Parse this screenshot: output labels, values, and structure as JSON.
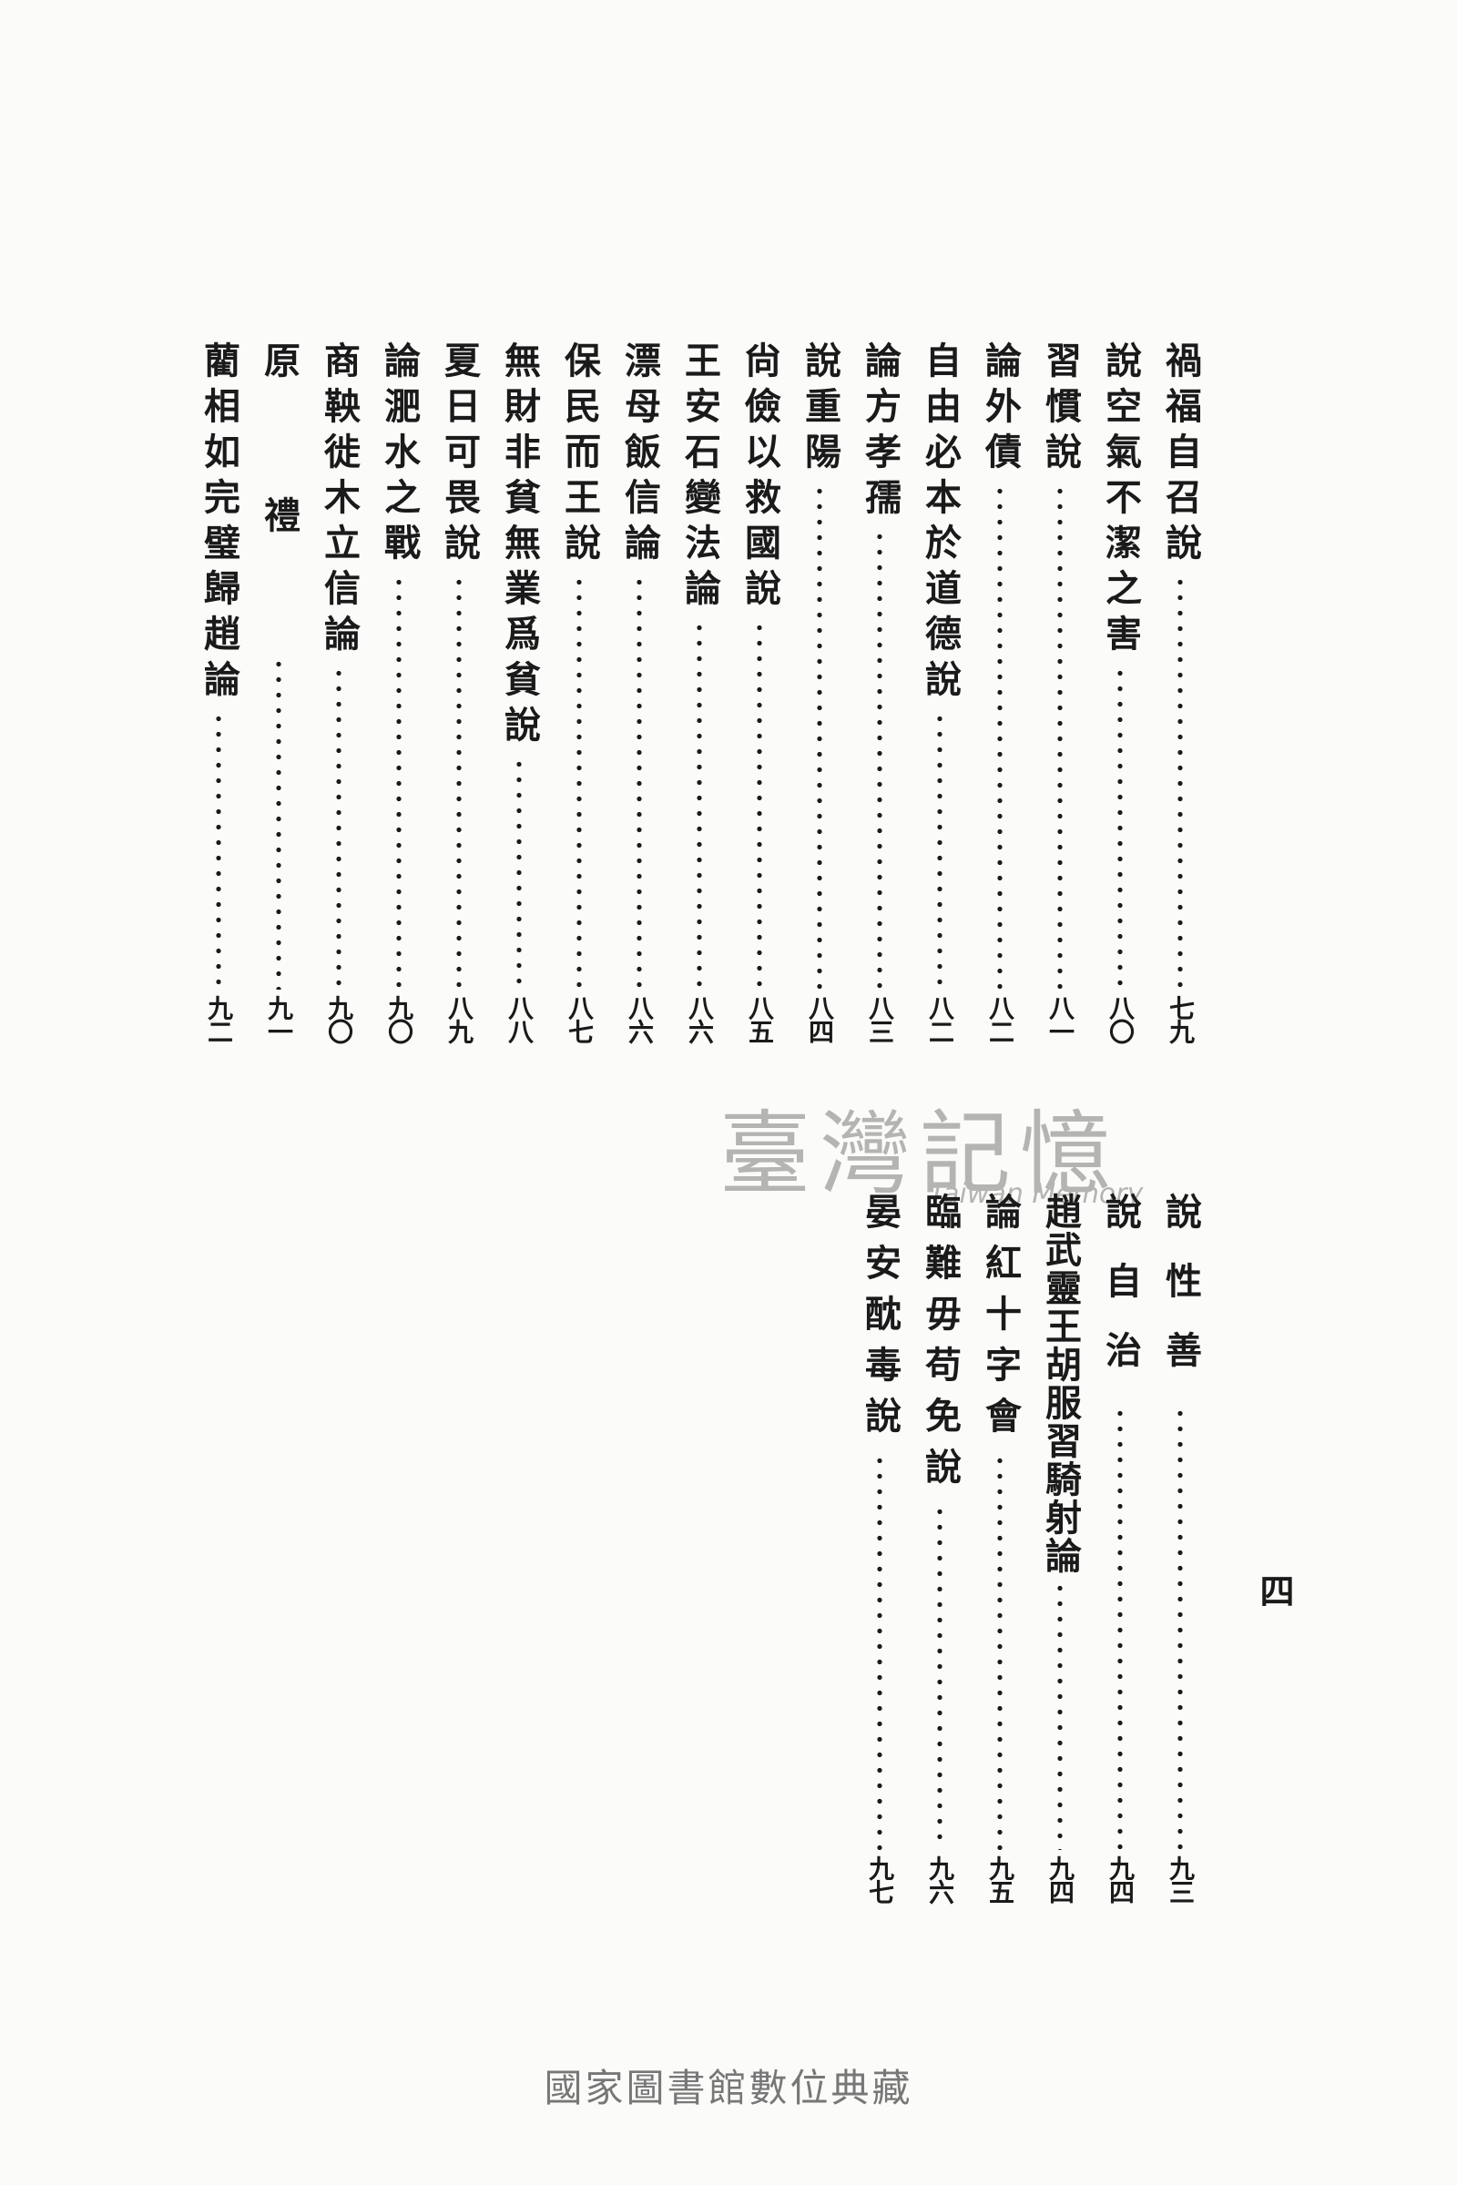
{
  "page_number": "四",
  "toc_upper": [
    {
      "title": "禍福自召說",
      "page": "七九"
    },
    {
      "title": "說空氣不潔之害",
      "page": "八〇"
    },
    {
      "title": "習慣說",
      "page": "八一"
    },
    {
      "title": "論外債",
      "page": "八二"
    },
    {
      "title": "自由必本於道德說",
      "page": "八二"
    },
    {
      "title": "論方孝孺",
      "page": "八三"
    },
    {
      "title": "說重陽",
      "page": "八四"
    },
    {
      "title": "尙儉以救國說",
      "page": "八五"
    },
    {
      "title": "王安石變法論",
      "page": "八六"
    },
    {
      "title": "漂母飯信論",
      "page": "八六"
    },
    {
      "title": "保民而王說",
      "page": "八七"
    },
    {
      "title": "無財非貧無業爲貧說",
      "page": "八八"
    },
    {
      "title": "夏日可畏說",
      "page": "八九"
    },
    {
      "title": "論淝水之戰",
      "page": "九〇"
    },
    {
      "title": "商鞅徙木立信論",
      "page": "九〇"
    },
    {
      "title": "原禮",
      "page": "九一"
    },
    {
      "title": "藺相如完璧歸趙論",
      "page": "九二"
    }
  ],
  "toc_lower": [
    {
      "title": "說性善",
      "page": "九三"
    },
    {
      "title": "說自治",
      "page": "九四"
    },
    {
      "title": "趙武靈王胡服習騎射論",
      "page": "九四"
    },
    {
      "title": "論紅十字會",
      "page": "九五"
    },
    {
      "title": "臨難毋苟免說",
      "page": "九六"
    },
    {
      "title": "晏安酖毒說",
      "page": "九七"
    }
  ],
  "watermark": {
    "chinese": "臺灣記憶",
    "english": "Taiwan Memory"
  },
  "footer": "國家圖書館數位典藏"
}
